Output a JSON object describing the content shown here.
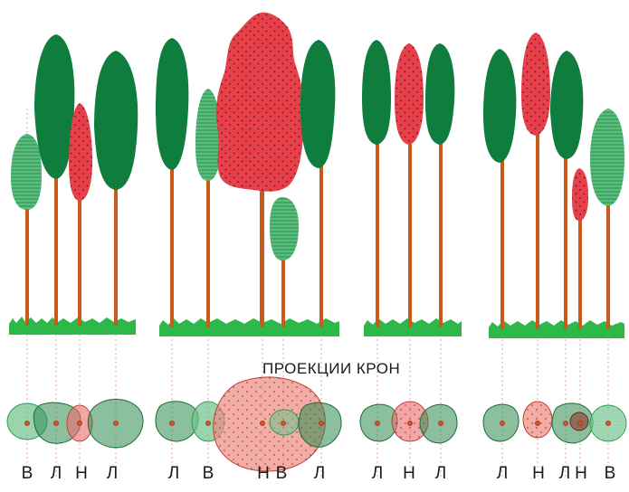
{
  "caption": "ПРОЕКЦИИ КРОН",
  "legend_letters": [
    "В",
    "Л",
    "Н",
    "Л",
    "Л",
    "В",
    "Н",
    "В",
    "Л",
    "Л",
    "Н",
    "Л",
    "Л",
    "Н",
    "Л",
    "Н",
    "В"
  ],
  "colors": {
    "dark_green": "#0f7d3e",
    "light_green": "#3fa866",
    "red": "#e8404a",
    "trunk": "#c85a1a",
    "grass": "#2fb84a",
    "dotted_line": "#e8a0a8"
  }
}
